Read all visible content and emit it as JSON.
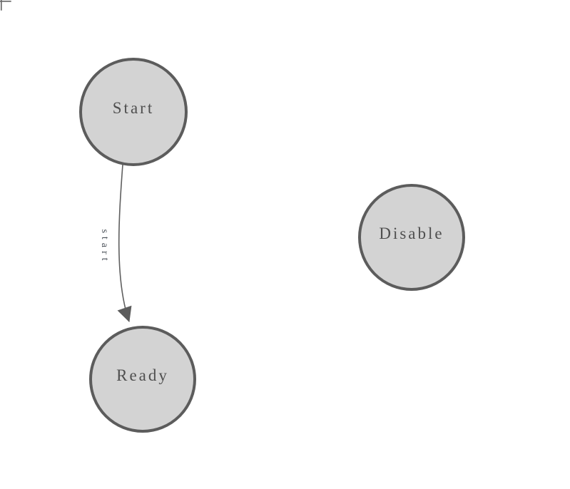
{
  "diagram": {
    "type": "state-diagram",
    "nodes": [
      {
        "id": "start",
        "label": "Start"
      },
      {
        "id": "ready",
        "label": "Ready"
      },
      {
        "id": "disable",
        "label": "Disable"
      }
    ],
    "edges": [
      {
        "from": "Start",
        "to": "Ready",
        "label": "start"
      }
    ],
    "colors": {
      "background": "#ffffff",
      "node_fill": "#d3d3d3",
      "node_stroke": "#5c5c5c",
      "node_text": "#4f4f4f",
      "edge_stroke": "#5f5f5f",
      "arrowhead_fill": "#5c5c5c",
      "edge_label_text": "#4b5159",
      "corner_mark": "#686868"
    }
  }
}
